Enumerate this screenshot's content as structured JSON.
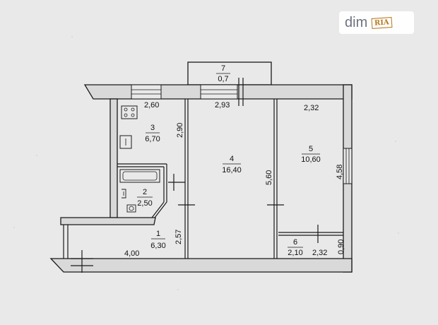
{
  "watermark": {
    "text": "dim",
    "badge": "RIA"
  },
  "rooms": [
    {
      "id": "1",
      "number": "1",
      "area": "6,30"
    },
    {
      "id": "2",
      "number": "2",
      "area": "2,50"
    },
    {
      "id": "3",
      "number": "3",
      "area": "6,70"
    },
    {
      "id": "4",
      "number": "4",
      "area": "16,40"
    },
    {
      "id": "5",
      "number": "5",
      "area": "10,60"
    },
    {
      "id": "6",
      "number": "6",
      "area": "2,10"
    },
    {
      "id": "7",
      "number": "7",
      "area": "0,7"
    }
  ],
  "dimensions": {
    "kitchen_width": "2,60",
    "kitchen_height": "2,90",
    "living_width": "2,93",
    "bedroom_width": "2,32",
    "living_height": "5,60",
    "bedroom_height": "4,58",
    "hall_width": "4,00",
    "hall_height": "2,57",
    "closet_width": "2,32",
    "closet_height": "0,90"
  }
}
